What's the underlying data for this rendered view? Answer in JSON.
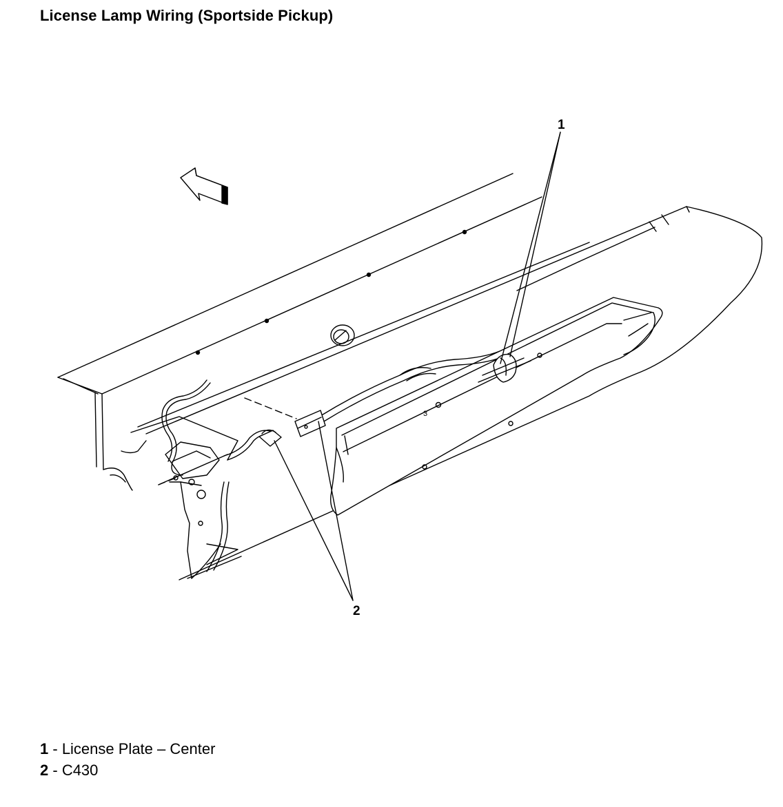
{
  "title": "License Lamp Wiring (Sportside Pickup)",
  "callouts": [
    {
      "number": "1",
      "label": "License Plate – Center"
    },
    {
      "number": "2",
      "label": "C430"
    }
  ],
  "separator": " - ",
  "illustration": {
    "subject": "rear bumper license lamp wiring",
    "direction_indicator": "forward-arrow-icon",
    "stroke_color": "#000000",
    "fill_color": "#ffffff"
  }
}
